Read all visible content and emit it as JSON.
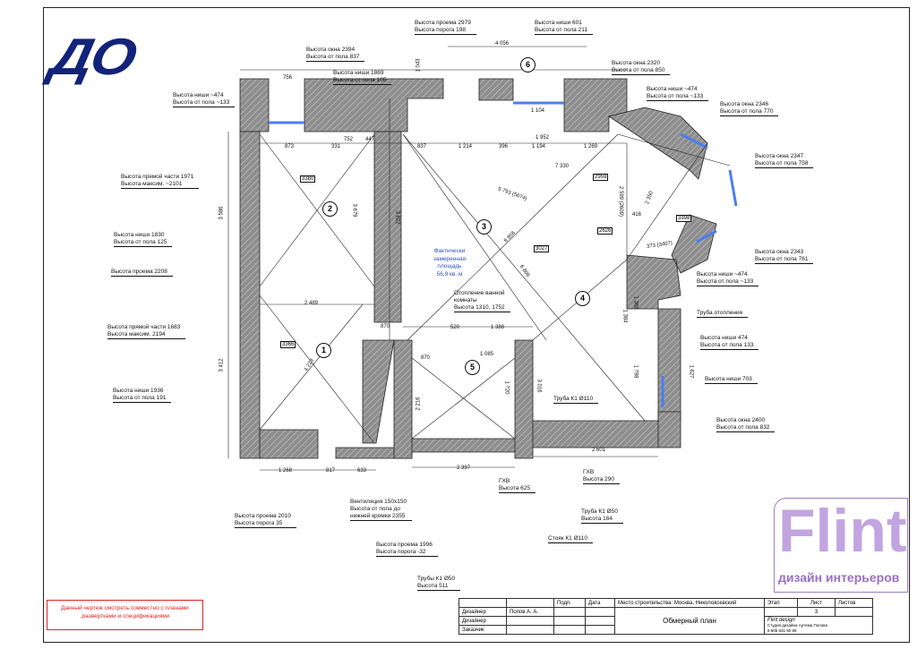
{
  "logo_text": "ДО",
  "area_note": [
    "Фактически",
    "замеренная",
    "площадь",
    "56,9 кв. м"
  ],
  "labels": [
    {
      "id": "win-2394",
      "lines": [
        "Высота окна 2394",
        "Высота от пола 837"
      ]
    },
    {
      "id": "niche-1869",
      "lines": [
        "Высота ниши 1869",
        "Высота от пола 105"
      ]
    },
    {
      "id": "niche-474-a",
      "lines": [
        "Высота ниши ~474",
        "Высота от пола ~133"
      ]
    },
    {
      "id": "opening-2979",
      "lines": [
        "Высота проема 2979",
        "Высота порога 198"
      ]
    },
    {
      "id": "niche-601",
      "lines": [
        "Высота ниши 601",
        "Высота от пола 211"
      ]
    },
    {
      "id": "win-2320",
      "lines": [
        "Высота окна 2320",
        "Высота от пола 850"
      ]
    },
    {
      "id": "niche-474-b",
      "lines": [
        "Высота ниши ~474",
        "Высота от пола ~133"
      ]
    },
    {
      "id": "win-2346",
      "lines": [
        "Высота окна 2346",
        "Высота от пола 770"
      ]
    },
    {
      "id": "win-2347",
      "lines": [
        "Высота окна 2347",
        "Высота от пола 758"
      ]
    },
    {
      "id": "win-2343",
      "lines": [
        "Высота окна 2343",
        "Высота от пола 761"
      ]
    },
    {
      "id": "niche-474-c",
      "lines": [
        "Высота ниши ~474",
        "Высота от пола ~133"
      ]
    },
    {
      "id": "heating-pipe",
      "lines": [
        "Труба отопления"
      ]
    },
    {
      "id": "niche-474-d",
      "lines": [
        "Высота ниши 474",
        "Высота от пола 133"
      ]
    },
    {
      "id": "niche-703",
      "lines": [
        "Высота ниши 703"
      ]
    },
    {
      "id": "win-2400",
      "lines": [
        "Высота окна 2400",
        "Высота от пола 832"
      ]
    },
    {
      "id": "straight-1971",
      "lines": [
        "Высота прямой части 1971",
        "Высота максим. ~2101"
      ]
    },
    {
      "id": "niche-1830",
      "lines": [
        "Высота ниши 1830",
        "Высота от пола 125"
      ]
    },
    {
      "id": "opening-2208",
      "lines": [
        "Высота проема 2208"
      ]
    },
    {
      "id": "straight-1683",
      "lines": [
        "Высота прямой части 1683",
        "Высота максим. 2194"
      ]
    },
    {
      "id": "niche-1936",
      "lines": [
        "Высота ниши 1936",
        "Высота от пола 191"
      ]
    },
    {
      "id": "bath-heating",
      "lines": [
        "Отопление ванной",
        "комнаты",
        "Высота 1310, 1752"
      ]
    },
    {
      "id": "pipe-k1-110",
      "lines": [
        "Труба К1 Ø110"
      ]
    },
    {
      "id": "ghv-290",
      "lines": [
        "ГХВ",
        "Высота 290"
      ]
    },
    {
      "id": "ghv-625",
      "lines": [
        "ГХВ",
        "Высота 625"
      ]
    },
    {
      "id": "vent",
      "lines": [
        "Вентиляция 150x150",
        "Высота от пола до",
        "нижней кромки 2355"
      ]
    },
    {
      "id": "pipe-k1-50",
      "lines": [
        "Труба К1 Ø50",
        "Высота 164"
      ]
    },
    {
      "id": "opening-2010",
      "lines": [
        "Высота проема 2010",
        "Высота порога 35"
      ]
    },
    {
      "id": "riser-k1",
      "lines": [
        "Стояк К1 Ø110"
      ]
    },
    {
      "id": "opening-1996",
      "lines": [
        "Высота проема 1996",
        "Высота порога -32"
      ]
    },
    {
      "id": "pipes-k1-50",
      "lines": [
        "Трубы К1 Ø50",
        "Высота 511"
      ]
    }
  ],
  "rooms": [
    "1",
    "2",
    "3",
    "4",
    "5",
    "6"
  ],
  "room_tags": [
    "3380",
    "3366",
    "3027",
    "2626",
    "2959",
    "3398"
  ],
  "dimensions": [
    "4 056",
    "1 043",
    "756",
    "873",
    "331",
    "752",
    "447",
    "837",
    "1 214",
    "396",
    "1 194",
    "1 269",
    "1 104",
    "1 952",
    "7 330",
    "3 586",
    "3 822",
    "3 679",
    "2 489",
    "870",
    "1 388",
    "520",
    "1 085",
    "870",
    "2 397",
    "1 268",
    "817",
    "633",
    "2 601",
    "2 216",
    "3 016",
    "1 720",
    "3 412",
    "5 793 (5674)",
    "6 856",
    "6 806",
    "4 223",
    "1 384",
    "1 368",
    "1 627",
    "1 798",
    "2 599 (2609)",
    "2 350",
    "416",
    "373 (3407)"
  ],
  "note": "Данный чертеж смотреть совместно с планами ,развертками и спецификациями",
  "title_block": {
    "col_sign": "Подп.",
    "col_date": "Дата",
    "site": "Место строительства: Москва,  Николоясевский",
    "stage": "Этап",
    "sheet": "Лист",
    "sheets": "Листов",
    "sheet_no": "3",
    "role1": "Дизайнер",
    "name1": "Попов А. А.",
    "role2": "Дизайнер",
    "role3": "Заказчик",
    "doc_title": "Обмерный план",
    "studio_line1": "Flint design",
    "studio_line2": "Студия дизайна Артема Попова",
    "studio_phone": "8 906 831 80 89"
  },
  "stamp": {
    "big": "Flint",
    "small": "дизайн интерьеров"
  },
  "colors": {
    "logo": "#12237a",
    "window": "#4a7ef0",
    "wall": "#8e8e8e",
    "note": "#dd2222",
    "area": "#2a4fd0",
    "stamp": "#b896db"
  }
}
